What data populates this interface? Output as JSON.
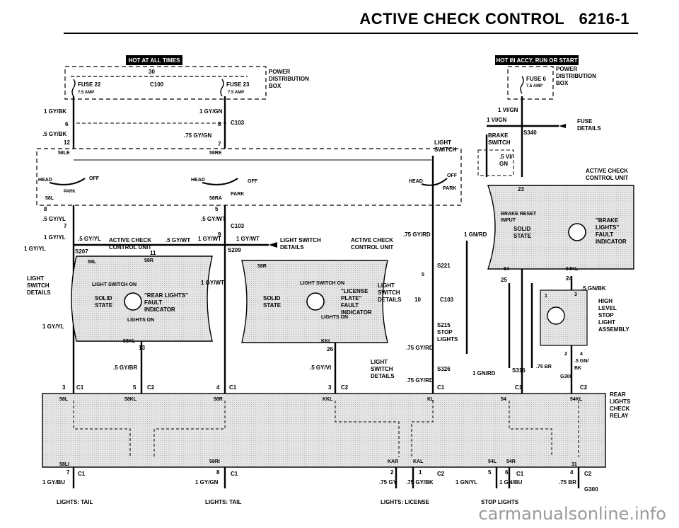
{
  "header": {
    "title": "ACTIVE CHECK CONTROL",
    "code": "6216-1"
  },
  "watermark": "carmanualsonline.info",
  "banners": {
    "left": "HOT AT ALL TIMES",
    "right": "HOT IN ACCY, RUN OR START"
  },
  "labels": {
    "power_dist_l1": "POWER",
    "power_dist_l2": "DISTRIBUTION",
    "power_dist_l3": "BOX",
    "fuse22": "FUSE 22",
    "fuse22_amp": "7.5 AMP",
    "c100": "C100",
    "fuse23": "FUSE 23",
    "fuse23_amp": "7.5 AMP",
    "pin30": "30",
    "fuse6": "FUSE 6",
    "fuse6_amp": "7.5 AMP",
    "w_1gybk": "1 GY/BK",
    "w_5gybk": ".5 GY/BK",
    "w_1gygn": "1 GY/GN",
    "w_75gygn": ".75 GY/GN",
    "c103": "C103",
    "p6": "6",
    "p8": "8",
    "p12": "12",
    "p7": "7",
    "p5": "5",
    "p9": "9",
    "p11": "11",
    "p13": "13",
    "p26": "26",
    "p23": "23",
    "p25": "25",
    "p24": "24",
    "p1": "1",
    "p3": "3",
    "p2": "2",
    "p4": "4",
    "p10": "10",
    "sw58le": "58LE",
    "sw58re": "58RE",
    "sw58l": "58L",
    "sw58ra": "58RA",
    "off": "OFF",
    "park": "PARK",
    "head": "HEAD",
    "w_1vign": "1 VI/GN",
    "brake_switch_l1": "BRAKE",
    "brake_switch_l2": "SWITCH",
    "s340": "S340",
    "fuse_details_l1": "FUSE",
    "fuse_details_l2": "DETAILS",
    "light_switch_l1": "LIGHT",
    "light_switch_l2": "SWITCH",
    "w_5vign_l1": ".5 VI/",
    "w_5vign_l2": "GN",
    "acu_l1": "ACTIVE CHECK",
    "acu_l2": "CONTROL UNIT",
    "w_5gywt": ".5 GY/WT",
    "w_5gyyl": ".5 GY/YL",
    "w_1gyyl": "1 GY/YL",
    "w_1gywt": "1 GY/WT",
    "acu_small_l1": "ACTIVE CHECK",
    "acu_small_l2": "CONTROL UNIT",
    "s207": "S207",
    "s209": "S209",
    "lsd_l1": "LIGHT SWITCH",
    "lsd_l2": "DETAILS",
    "w_75gyrd": ".75 GY/RD",
    "w_1gnrd": "1 GN/RD",
    "brake_reset_l1": "BRAKE RESET",
    "brake_reset_l2": "INPUT",
    "solid": "SOLID",
    "state": "STATE",
    "brake_fault_l1": "\"BRAKE",
    "brake_fault_l2": "LIGHTS\"",
    "brake_fault_l3": "FAULT",
    "brake_fault_l4": "INDICATOR",
    "p54": "54",
    "p54kl": "54KL",
    "rear_fault_l1": "\"REAR LIGHTS\"",
    "rear_fault_l2": "FAULT",
    "rear_fault_l3": "INDICATOR",
    "lights_on": "LIGHTS ON",
    "light_switch_on": "LIGHT SWITCH ON",
    "plate_fault_l1": "\"LICENSE",
    "plate_fault_l2": "PLATE\"",
    "plate_fault_l3": "FAULT",
    "plate_fault_l4": "INDICATOR",
    "s221": "S221",
    "s215": "S215",
    "s326": "S326",
    "s316": "S316",
    "g300": "G300",
    "stop_lights_l1": "STOP",
    "stop_lights_l2": "LIGHTS",
    "w_5gnbk": ".5 GN/BK",
    "hls_l1": "HIGH",
    "hls_l2": "LEVEL",
    "hls_l3": "STOP",
    "hls_l4": "LIGHT",
    "hls_l5": "ASSEMBLY",
    "w_5gybr": ".5 GY/BR",
    "w_5gyvi": ".5 GY/VI",
    "w_75brbk": ".75 BR",
    "w_5gn": ".5 GN/",
    "w_bk": "BK",
    "c1": "C1",
    "c2": "C2",
    "p58kl": "58KL",
    "p58r": "58R",
    "p58l": "58L",
    "kkl": "KKL",
    "kl": "KL",
    "rlcr_l1": "REAR",
    "rlcr_l2": "LIGHTS",
    "rlcr_l3": "CHECK",
    "rlcr_l4": "RELAY",
    "p58li": "58LI",
    "p58ri": "58RI",
    "kar": "KAR",
    "kal": "KAL",
    "p54l": "54L",
    "p54r": "54R",
    "p31": "31",
    "w_1gybu": "1 GY/BU",
    "w_1gygn2": "1 GY/GN",
    "w_75gy": ".75 GY",
    "w_75gybk": ".75 GY/BK",
    "w_1gnyl": "1 GN/YL",
    "w_1gnbu": "1 GN/BU",
    "w_75br": ".75 BR",
    "out_tail_l": "LIGHTS: TAIL",
    "out_tail_r": "LIGHTS: TAIL",
    "out_license": "LIGHTS: LICENSE",
    "out_stop": "STOP LIGHTS",
    "g300b": "G300"
  }
}
